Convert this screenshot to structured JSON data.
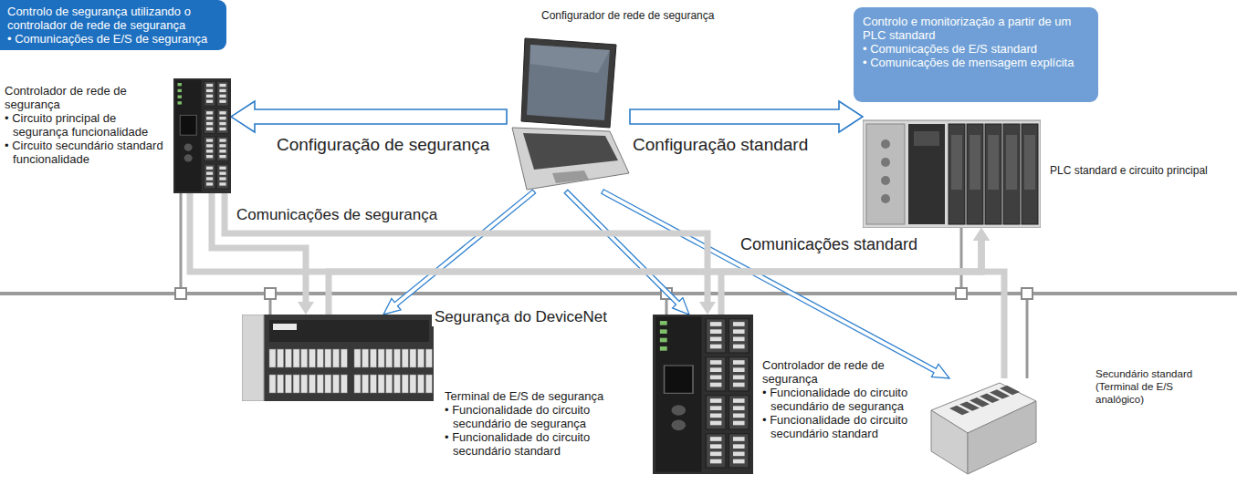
{
  "diagram": {
    "nodes": [
      {
        "text": [
          "Controlo de segurança utilizando o controlador de rede de segurança",
          "• Comunicações de E/S de segurança"
        ]
      },
      {
        "text": [
          "Controlo e monitorização a partir de um PLC standard",
          "• Comunicações de E/S standard",
          "• Comunicações de mensagem explícita"
        ]
      },
      {
        "text": [
          "Configurador de rede de segurança"
        ]
      },
      {
        "text": [
          "Controlador de rede de segurança",
          "• Circuito principal de segurança funcionalidade",
          "• Circuito secundário standard funcionalidade"
        ]
      },
      {
        "text": [
          "PLC standard e circuito principal"
        ]
      },
      {
        "text": [
          "Terminal de E/S de segurança",
          "• Funcionalidade do circuito secundário de segurança",
          "• Funcionalidade do circuito secundário standard"
        ]
      },
      {
        "text": [
          "Controlador de rede de segurança",
          "• Funcionalidade do circuito secundário de segurança",
          "• Funcionalidade do circuito secundário standard"
        ]
      },
      {
        "text": [
          "Secundário standard (Terminal de E/S analógico)"
        ]
      }
    ],
    "edges": [
      {
        "from": 2,
        "to": 3,
        "arrow": "to",
        "label": "Configuração de segurança"
      },
      {
        "from": 2,
        "to": 4,
        "arrow": "to",
        "label": "Configuração standard"
      },
      {
        "from": 2,
        "to": 5,
        "arrow": "to"
      },
      {
        "from": 2,
        "to": 6,
        "arrow": "to"
      },
      {
        "from": 2,
        "to": 7,
        "arrow": "to"
      },
      {
        "from": 3,
        "to": 5,
        "arrow": "to",
        "label": "Comunicações de segurança"
      },
      {
        "from": 3,
        "to": 6,
        "arrow": "to"
      },
      {
        "from": 3,
        "to": 4,
        "arrow": "to",
        "label": "Comunicações standard"
      },
      {
        "from": 5,
        "to": 4,
        "arrow": "to"
      },
      {
        "from": 6,
        "to": 4,
        "arrow": "to"
      },
      {
        "from": 7,
        "to": 4,
        "arrow": "to"
      }
    ],
    "labels": [
      "Segurança do DeviceNet"
    ]
  }
}
